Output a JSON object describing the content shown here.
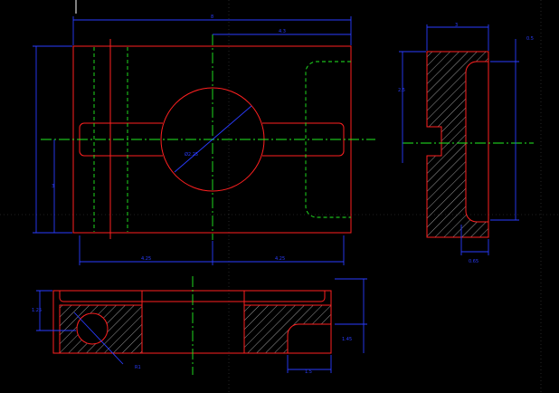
{
  "drawing": {
    "background": "#000000",
    "colors": {
      "part": "#ff2020",
      "centerline": "#22ee22",
      "dimension": "#2a3cff",
      "hatch": "#ffffff"
    },
    "dimensions": {
      "front_overall_width": "8",
      "front_right_offset": "4.3",
      "front_hole": "Ø2.25",
      "front_height": "3",
      "front_left_span": "4.25",
      "front_right_span": "4.25",
      "side_width": "3",
      "side_top_offset": "0.5",
      "side_upper_height": "2.5",
      "side_bottom_width": "0.65",
      "bottom_left_height": "1.25",
      "bottom_right_height": "1.45",
      "bottom_fillet_label": "R1",
      "bottom_slot_width": "1.5"
    }
  }
}
